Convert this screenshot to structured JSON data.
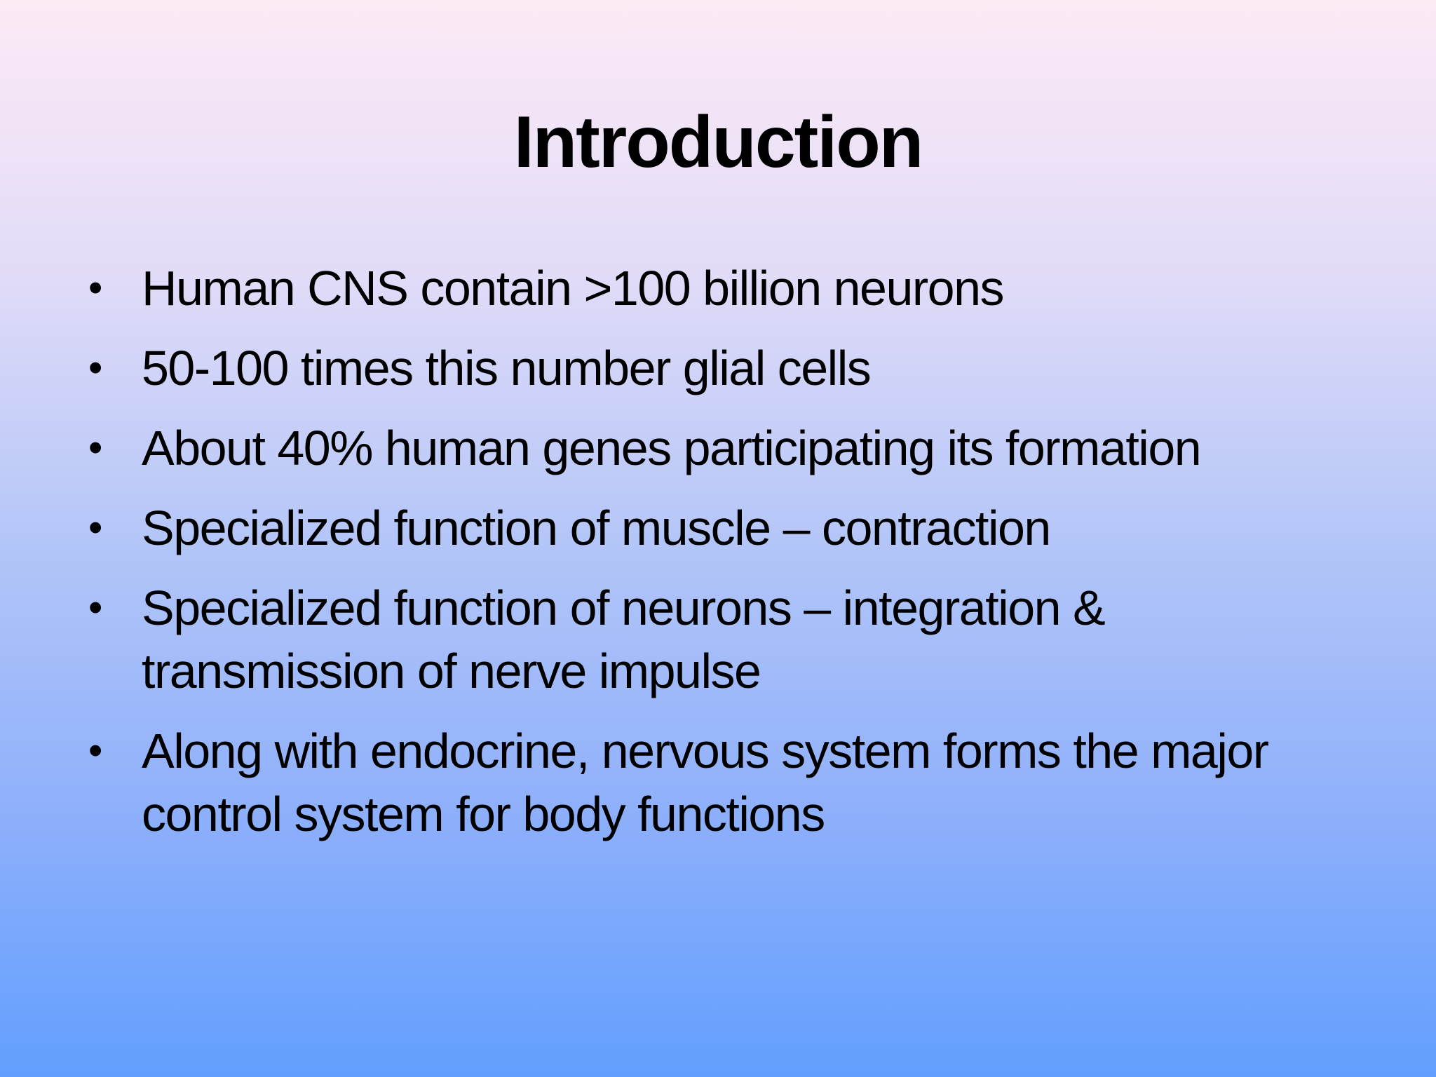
{
  "slide": {
    "title": "Introduction",
    "bullet_icon": "•",
    "bullets": [
      {
        "text": "Human CNS contain >100 billion neurons"
      },
      {
        "text": "50-100 times this number glial cells"
      },
      {
        "text": "About 40% human genes participating its formation"
      },
      {
        "text": "Specialized function of muscle – contraction"
      },
      {
        "text": "Specialized function of neurons – integration & transmission of nerve impulse"
      },
      {
        "text": "Along with endocrine, nervous system forms the major control system for body functions"
      }
    ]
  },
  "colors": {
    "background_top": "#fdeaf5",
    "background_middle": "#b4c6f8",
    "background_bottom": "#629ffe",
    "text": "#000000"
  }
}
